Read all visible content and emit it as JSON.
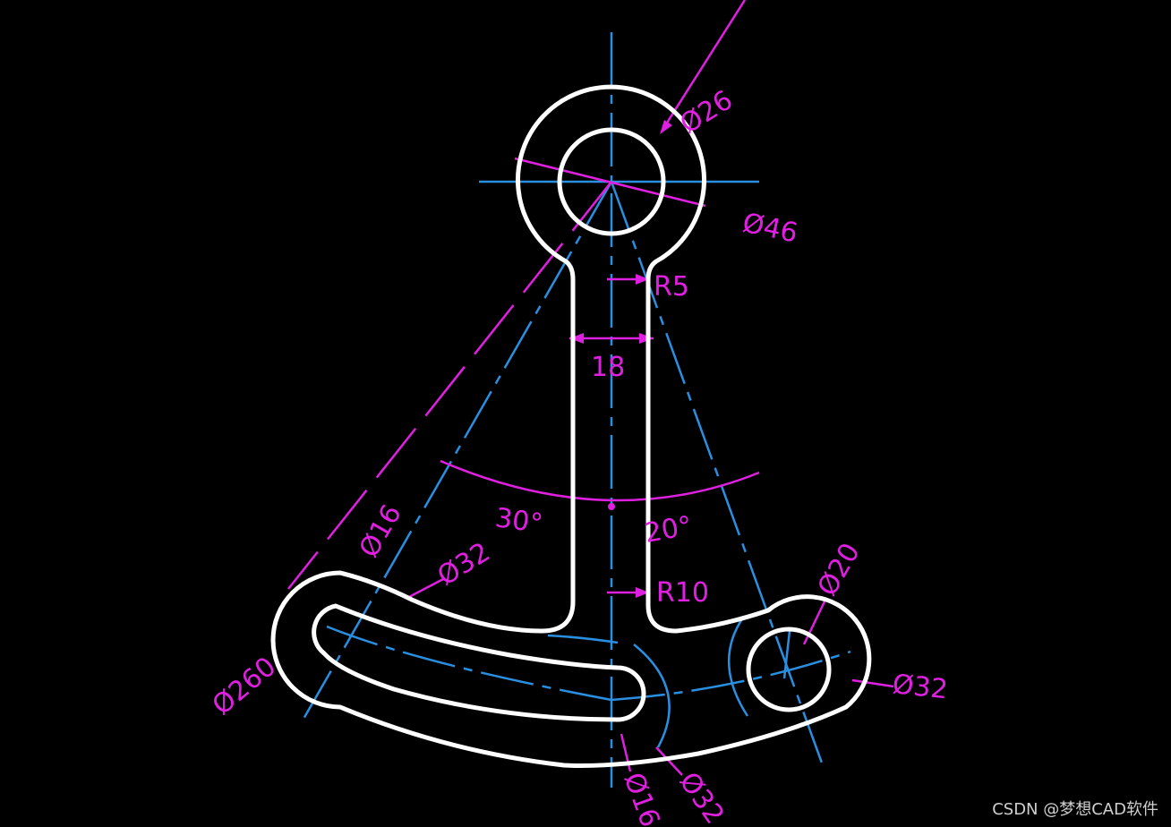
{
  "colors": {
    "background": "#000000",
    "outline": "#ffffff",
    "center_line": "#2a8fe0",
    "dimension": "#e020e0"
  },
  "dimensions": {
    "d26": "Ø26",
    "d46": "Ø46",
    "r5": "R5",
    "w18": "18",
    "a30": "30°",
    "a20": "20°",
    "d16_left": "Ø16",
    "d32_left": "Ø32",
    "r10": "R10",
    "d20": "Ø20",
    "d260": "Ø260",
    "d32_right": "Ø32",
    "d16_bottom": "Ø16",
    "d32_bottom": "Ø32"
  },
  "watermark": "CSDN @梦想CAD软件"
}
